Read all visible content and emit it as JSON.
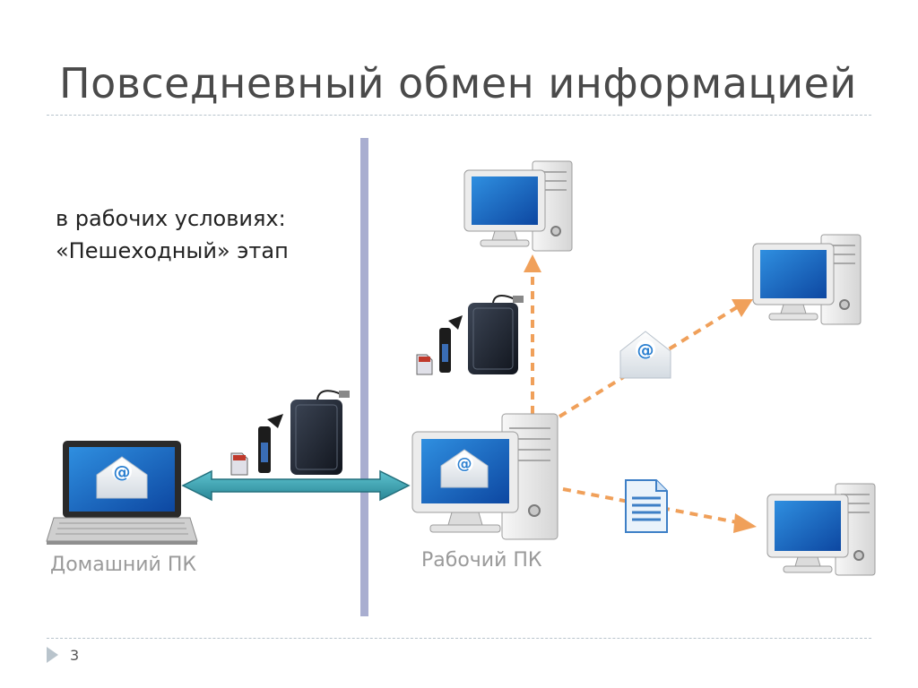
{
  "slide": {
    "title": "Повседневный обмен информацией",
    "subtitle_line1": "в рабочих условиях:",
    "subtitle_line2": "«Пешеходный» этап",
    "page_number": "3"
  },
  "labels": {
    "home_pc": "Домашний ПК",
    "work_pc": "Рабочий ПК"
  },
  "icons": {
    "email_symbol": "@"
  },
  "colors": {
    "arrow_teal": "#3c9fae",
    "dashed_orange": "#f0a05a",
    "divider": "#a9aed0",
    "screen_blue": "#1565c0"
  }
}
